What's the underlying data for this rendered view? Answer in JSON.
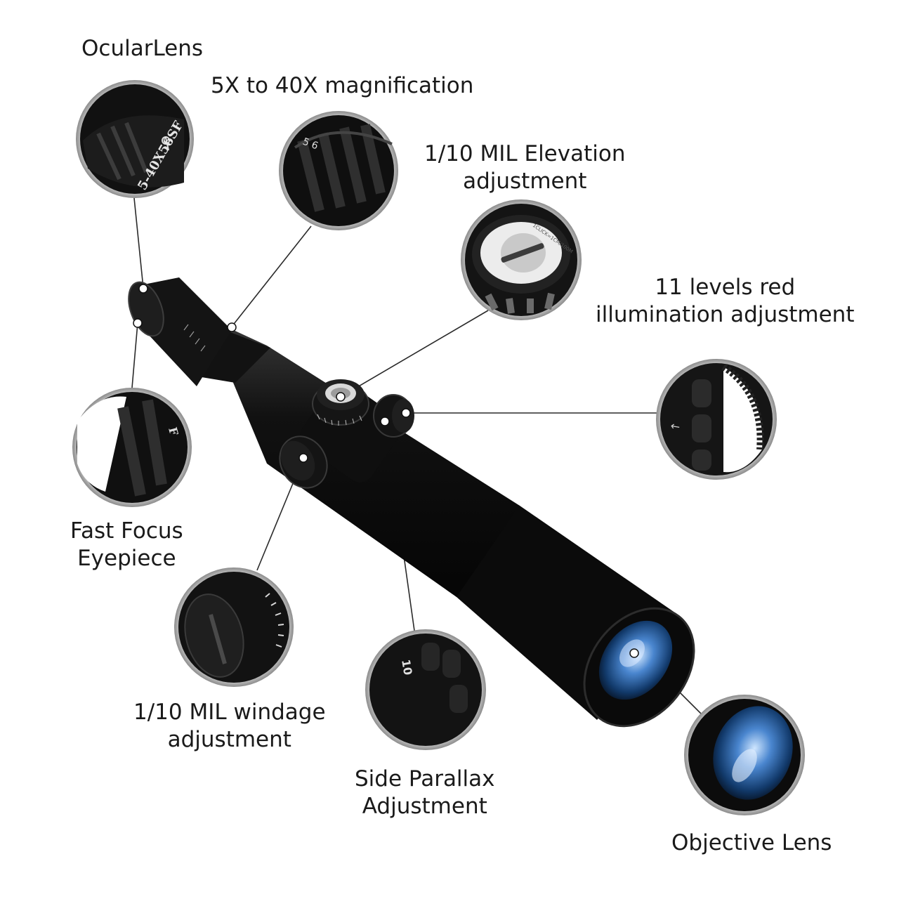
{
  "labels": {
    "ocular_lens": [
      "OcularLens"
    ],
    "magnification": [
      "5X to 40X magnification"
    ],
    "elevation": [
      "1/10 MIL Elevation",
      "adjustment"
    ],
    "illumination": [
      "11 levels red",
      "illumination adjustment"
    ],
    "fast_focus": [
      "Fast Focus",
      "Eyepiece"
    ],
    "windage": [
      "1/10 MIL windage",
      "adjustment"
    ],
    "parallax": [
      "Side Parallax",
      "Adjustment"
    ],
    "objective": [
      "Objective Lens"
    ]
  },
  "engravings": {
    "model": "5-40X56SF",
    "elevation_dial": "1CLICK=1CM/100M",
    "parallax_mark": "10",
    "zoom_numbers": "5 6"
  },
  "colors": {
    "scope_body": "#0d0d0d",
    "leader_line": "#2a2a2a",
    "lens_glass": "#3b6fb0"
  }
}
